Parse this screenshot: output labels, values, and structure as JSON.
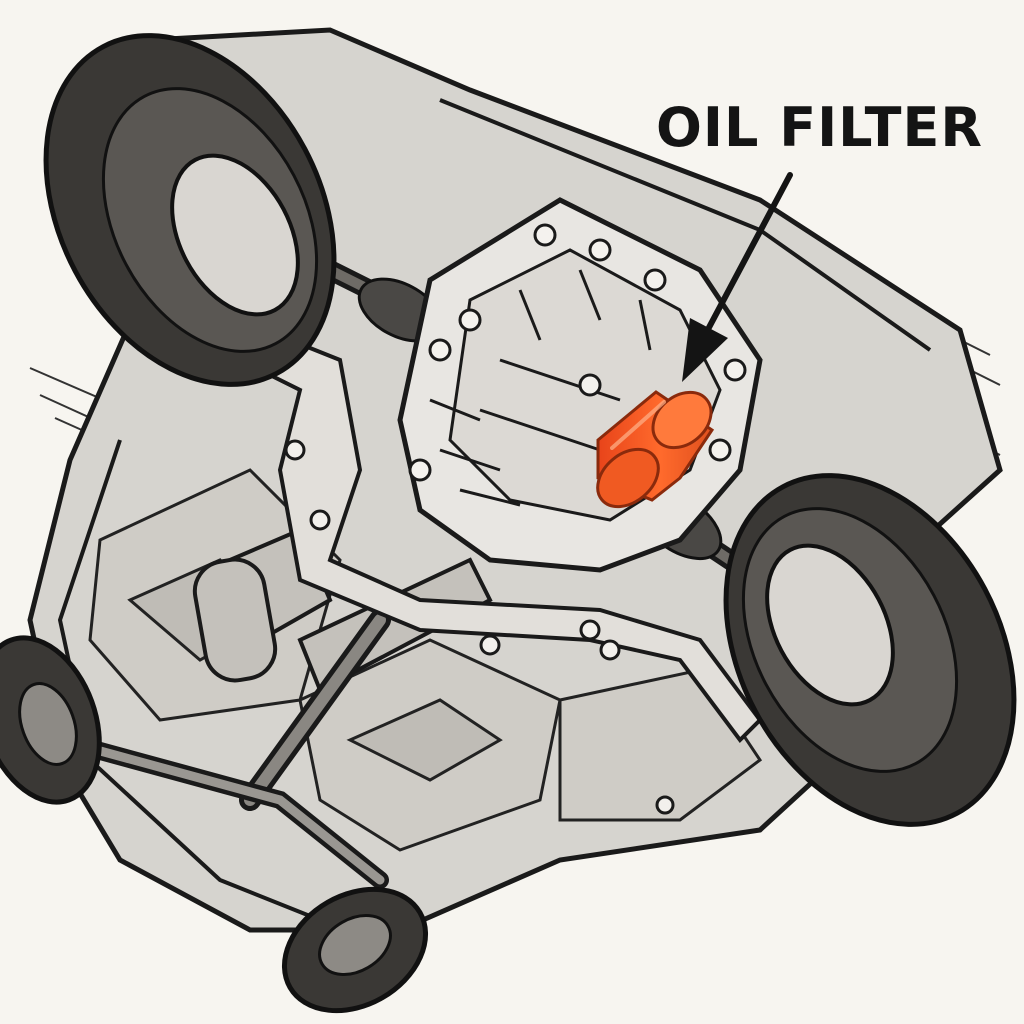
{
  "callout": {
    "label": "OIL FILTER",
    "highlight_color": "#f4622a",
    "label_color": "#141414"
  },
  "illustration": {
    "subject": "car-underside",
    "style": "monochrome line art"
  }
}
